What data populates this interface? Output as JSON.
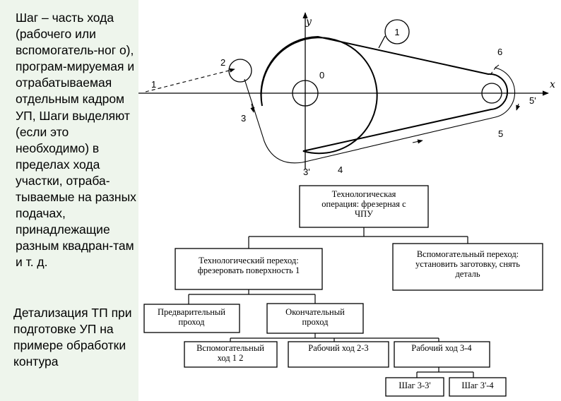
{
  "side_text": "Шаг – часть хода (рабочего или вспомогатель-ног о), програм-мируемая и отрабатываемая отдельным кадром УП, Шаги выделяют (если это необходимо) в пределах хода участки, отраба-тываемые на разных подачах, принадлежащие разным квадран-там и т. д.",
  "side_caption": "Детализация ТП при подготовке УП на примере обработки контура",
  "drawing": {
    "axis_labels": {
      "y": "y",
      "x": "x"
    },
    "points": {
      "p1": "1",
      "p2": "2",
      "p3": "3",
      "p3p": "3'",
      "p4": "4",
      "p5": "5",
      "p5p": "5'",
      "p6": "6",
      "origin": "0",
      "circled": "1"
    }
  },
  "tree": {
    "root": "Технологическая\nоперация: фрезерная с\nЧПУ",
    "level1": [
      "Технологический переход:\nфрезеровать поверхность 1",
      "Вспомогательный переход:\nустановить заготовку, снять\nдеталь"
    ],
    "level2": [
      "Предварительный\nпроход",
      "Окончательный\nпроход"
    ],
    "level3": [
      "Вспомогательный\nход 1 2",
      "Рабочий ход 2-3",
      "Рабочий ход 3-4"
    ],
    "level4": [
      "Шаг 3-3'",
      "Шаг 3'-4"
    ]
  }
}
